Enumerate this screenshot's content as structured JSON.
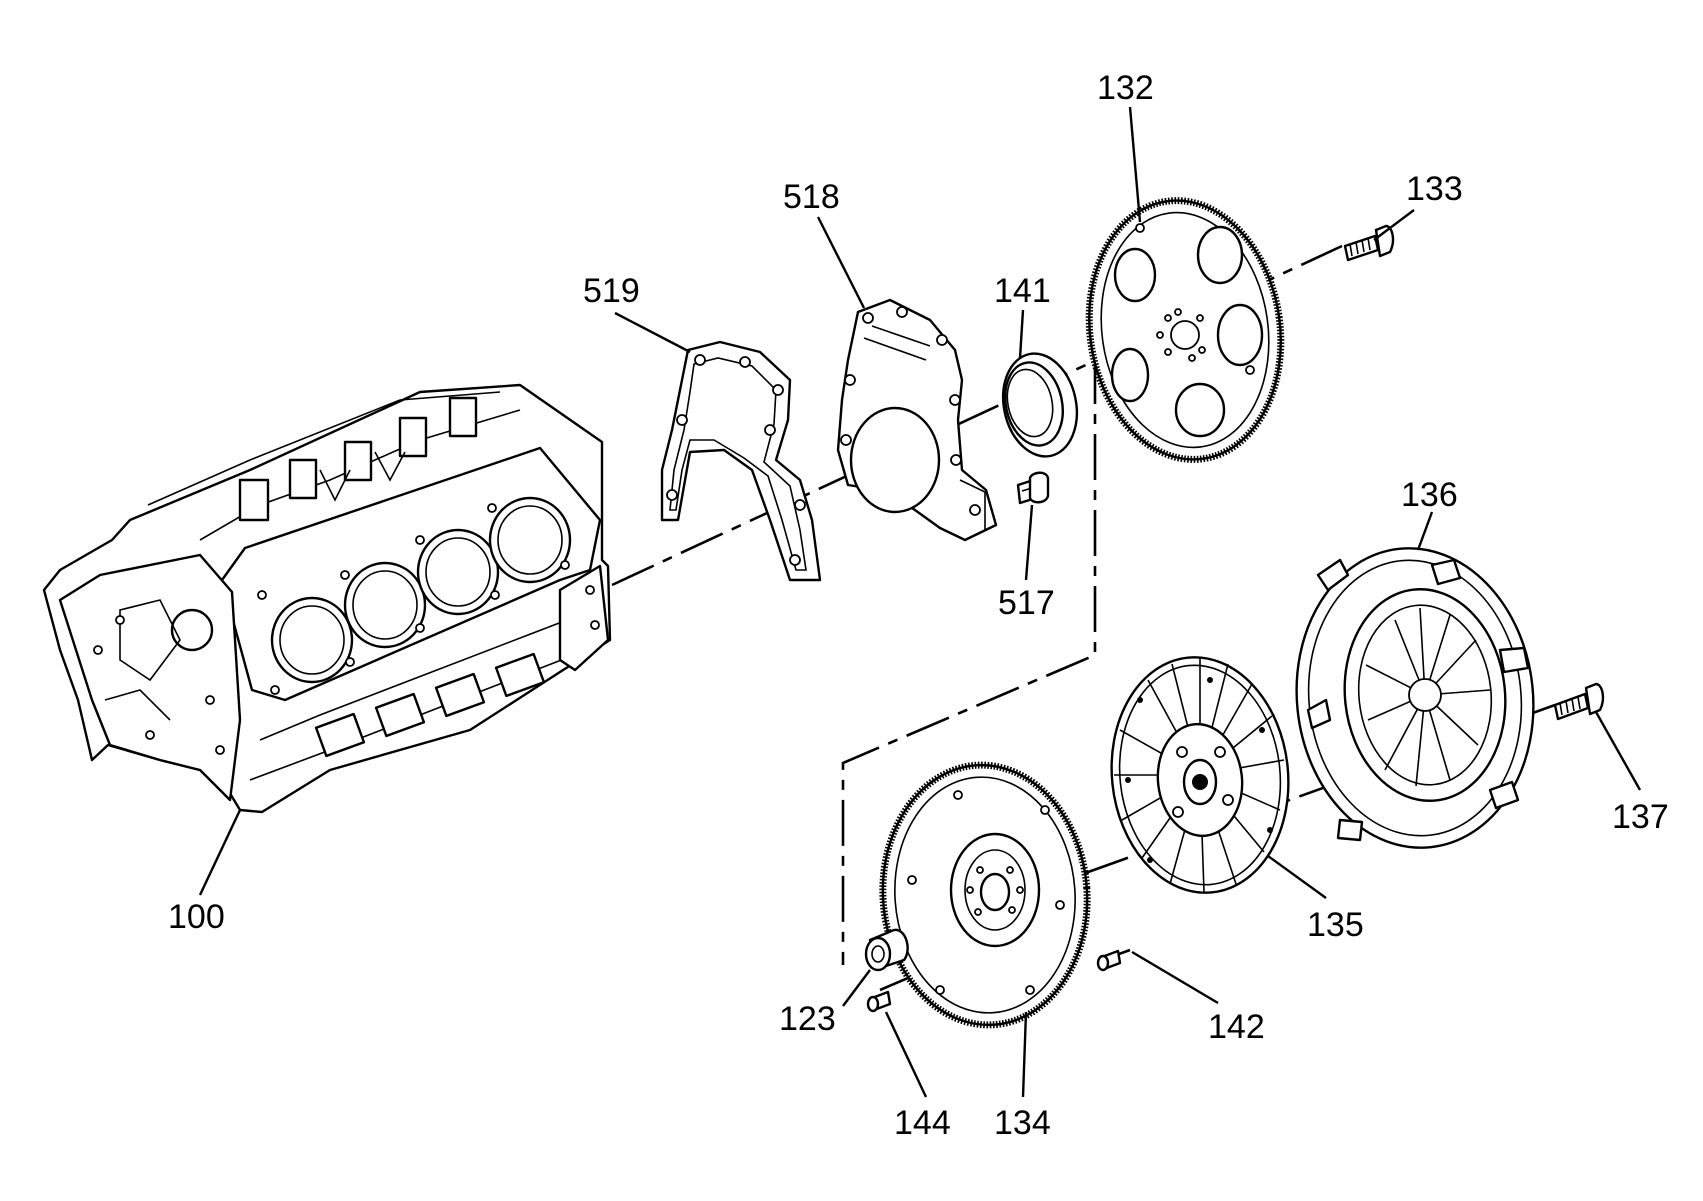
{
  "callouts": {
    "c100": "100",
    "c123": "123",
    "c132": "132",
    "c133": "133",
    "c134": "134",
    "c135": "135",
    "c136": "136",
    "c137": "137",
    "c141": "141",
    "c142": "142",
    "c144": "144",
    "c517": "517",
    "c518": "518",
    "c519": "519"
  },
  "parts": [
    {
      "callout": "100",
      "name": "engine-block",
      "icon": "engine-block-icon"
    },
    {
      "callout": "519",
      "name": "rear-cover-gasket",
      "icon": "gasket-icon"
    },
    {
      "callout": "518",
      "name": "rear-cover",
      "icon": "cover-plate-icon"
    },
    {
      "callout": "141",
      "name": "crankshaft-rear-oil-seal",
      "icon": "seal-icon"
    },
    {
      "callout": "517",
      "name": "cover-bolt",
      "icon": "bolt-icon"
    },
    {
      "callout": "132",
      "name": "automatic-flywheel",
      "icon": "flexplate-icon"
    },
    {
      "callout": "133",
      "name": "flywheel-bolt",
      "icon": "bolt-icon"
    },
    {
      "callout": "136",
      "name": "pressure-plate",
      "icon": "pressure-plate-icon"
    },
    {
      "callout": "137",
      "name": "pressure-plate-bolt",
      "icon": "bolt-icon"
    },
    {
      "callout": "135",
      "name": "clutch-disc",
      "icon": "clutch-disc-icon"
    },
    {
      "callout": "134",
      "name": "manual-flywheel",
      "icon": "flywheel-icon"
    },
    {
      "callout": "123",
      "name": "pilot-bearing",
      "icon": "bushing-icon"
    },
    {
      "callout": "142",
      "name": "dowel-pin",
      "icon": "pin-icon"
    },
    {
      "callout": "144",
      "name": "dowel-pin",
      "icon": "pin-icon"
    }
  ],
  "colors": {
    "line": "#000000",
    "background": "#ffffff"
  }
}
